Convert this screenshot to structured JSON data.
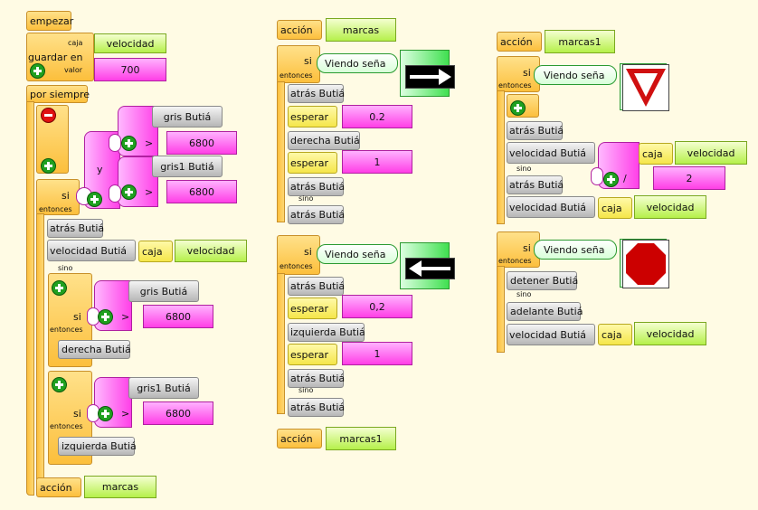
{
  "start": {
    "label": "empezar",
    "store_label": "guardar en",
    "box_tag": "caja",
    "value_tag": "valor",
    "box_name": "velocidad",
    "value": "700"
  },
  "forever": {
    "label": "por siempre"
  },
  "common": {
    "if": "si",
    "then": "entonces",
    "else": "sino",
    "and": "y",
    "gt": ">",
    "div": "/",
    "gray": "gris Butiá",
    "gray1": "gris1 Butiá",
    "back": "atrás Butiá",
    "speed": "velocidad Butiá",
    "box": "caja",
    "speed_name": "velocidad",
    "right": "derecha Butiá",
    "left": "izquierda Butiá",
    "wait": "esperar",
    "sees": "Viendo seña",
    "stop": "detener Butiá",
    "forward": "adelante Butiá",
    "action": "acción",
    "marks": "marcas",
    "marks1": "marcas1"
  },
  "numbers": {
    "threshold": "6800",
    "wait_a": "0.2",
    "wait_b": "1",
    "wait_c": "0,2",
    "wait_d": "1",
    "divisor": "2"
  },
  "colors": {
    "background": "#fffbe4",
    "control": "#fcbf3c",
    "sensor": "#ff3ee6",
    "box": "#b5f04a",
    "action": "#b6b6b6"
  },
  "icons": {
    "arrow_right": "arrow-right-sign-icon",
    "arrow_left": "arrow-left-sign-icon",
    "yield": "yield-sign-icon",
    "stop": "stop-sign-icon",
    "add": "plus-icon",
    "remove": "minus-icon"
  }
}
